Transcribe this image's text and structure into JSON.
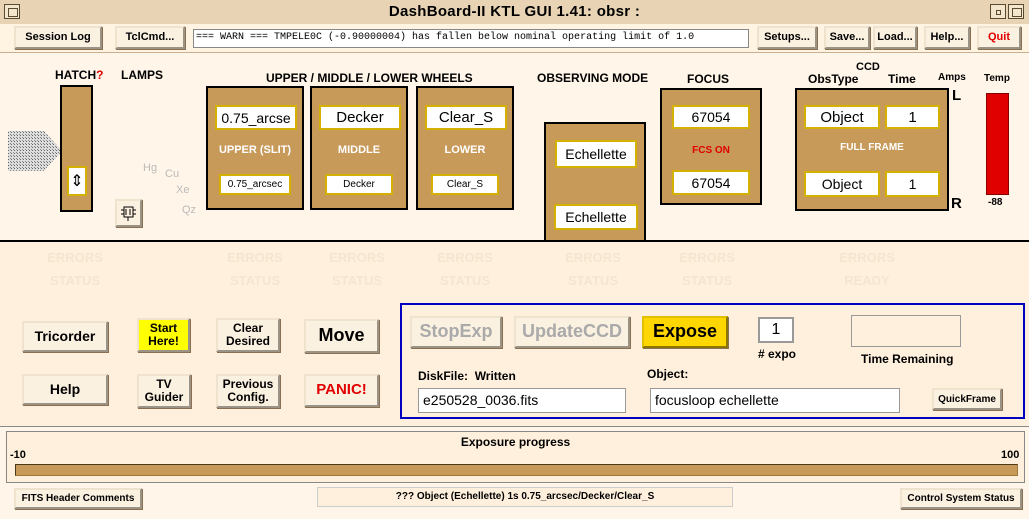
{
  "window": {
    "title": "DashBoard-II KTL GUI 1.41: obsr :"
  },
  "toolbar": {
    "session_log": "Session Log",
    "tclcmd": "TclCmd...",
    "message": "=== WARN === TMPELE0C (-0.90000004) has fallen below nominal operating limit of 1.0",
    "setups": "Setups...",
    "save": "Save...",
    "load": "Load...",
    "help": "Help...",
    "quit": "Quit"
  },
  "hatch": {
    "label": "HATCH",
    "mark": "?",
    "arrow": "⇕"
  },
  "lamps": {
    "label": "LAMPS",
    "hg": "Hg",
    "cu": "Cu",
    "xe": "Xe",
    "qz": "Qz"
  },
  "wheels": {
    "header": "UPPER / MIDDLE / LOWER WHEELS",
    "upper": {
      "value": "0.75_arcse",
      "label": "UPPER (SLIT)",
      "button": "0.75_arcsec"
    },
    "middle": {
      "value": "Decker",
      "label": "MIDDLE",
      "button": "Decker"
    },
    "lower": {
      "value": "Clear_S",
      "label": "LOWER",
      "button": "Clear_S"
    }
  },
  "observing_mode": {
    "header": "OBSERVING MODE",
    "value": "Echellette",
    "button": "Echellette"
  },
  "focus": {
    "header": "FOCUS",
    "value": "67054",
    "status": "FCS ON",
    "button": "67054"
  },
  "ccd": {
    "header": "CCD",
    "obstype_label": "ObsType",
    "time_label": "Time",
    "amps_label": "Amps",
    "temp_label": "Temp",
    "obstype": "Object",
    "time": "1",
    "frame": "FULL FRAME",
    "obstype_button": "Object",
    "time_button": "1",
    "left": "L",
    "right": "R",
    "temp_value": "-88"
  },
  "status_row": [
    {
      "a": "ERRORS",
      "b": "STATUS"
    },
    {
      "a": "ERRORS",
      "b": "STATUS"
    },
    {
      "a": "ERRORS",
      "b": "STATUS"
    },
    {
      "a": "ERRORS",
      "b": "STATUS"
    },
    {
      "a": "ERRORS",
      "b": "STATUS"
    },
    {
      "a": "ERRORS",
      "b": "STATUS"
    },
    {
      "a": "ERRORS",
      "b": "READY"
    }
  ],
  "controls": {
    "tricorder": "Tricorder",
    "start_here": "Start Here!",
    "clear_desired": "Clear Desired",
    "move": "Move",
    "help": "Help",
    "tv_guider": "TV Guider",
    "previous_config": "Previous Config.",
    "panic": "PANIC!"
  },
  "exposure": {
    "stopexp": "StopExp",
    "updateccd": "UpdateCCD",
    "expose": "Expose",
    "count": "1",
    "count_label": "# expo",
    "time_remaining_label": "Time Remaining",
    "diskfile_label": "DiskFile:",
    "written_label": "Written",
    "diskfile": "e250528_0036.fits",
    "object_label": "Object:",
    "object": "focusloop echellette",
    "quickframe": "QuickFrame"
  },
  "progress": {
    "title": "Exposure progress",
    "min": "-10",
    "max": "100",
    "fraction": 0.0
  },
  "footer": {
    "fits": "FITS Header Comments",
    "status": "??? Object (Echellette) 1s 0.75_arcsec/Decker/Clear_S",
    "control": "Control System Status"
  },
  "colors": {
    "panel": "#c89a5a",
    "yellow": "#ffff00",
    "red": "#e00000",
    "blue": "#0000c0"
  }
}
